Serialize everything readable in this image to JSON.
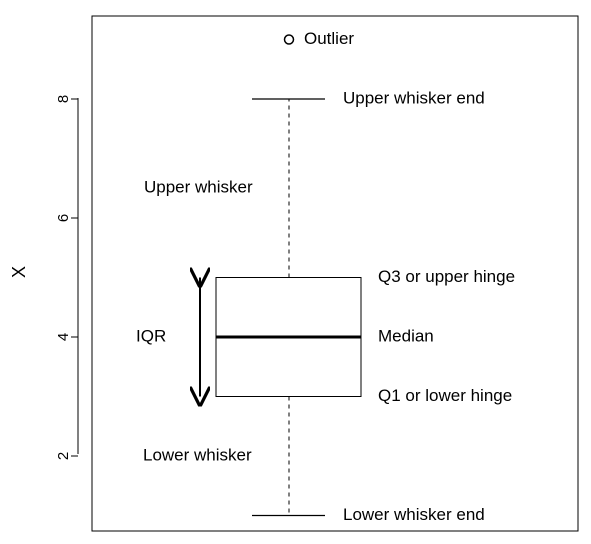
{
  "chart_data": {
    "type": "box",
    "ylabel": "X",
    "ylim": [
      0.7,
      9.5
    ],
    "yticks": [
      "2",
      "4",
      "6",
      "8"
    ],
    "ytick_values": [
      2,
      4,
      6,
      8
    ],
    "grid": false,
    "box": {
      "lower_whisker_end": 1,
      "q1": 3,
      "median": 4,
      "q3": 5,
      "upper_whisker_end": 8,
      "outliers": [
        9
      ]
    },
    "annotations": {
      "outlier": "Outlier",
      "upper_whisker_end": "Upper whisker end",
      "upper_whisker": "Upper whisker",
      "q3": "Q3 or upper hinge",
      "median": "Median",
      "iqr": "IQR",
      "q1": "Q1 or lower hinge",
      "lower_whisker": "Lower whisker",
      "lower_whisker_end": "Lower whisker end"
    }
  }
}
